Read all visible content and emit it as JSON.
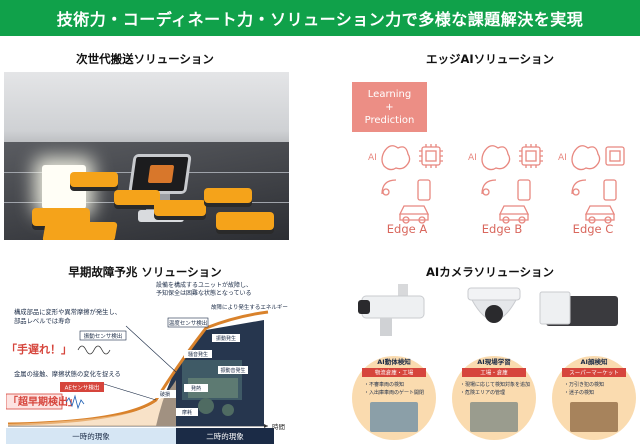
{
  "banner": {
    "title": "技術力・コーディネート力・ソリューション力で多様な課題解決を実現"
  },
  "colors": {
    "banner_green": "#10a14a",
    "edge_pink": "#ec8e85",
    "edge_red": "#d9675d",
    "tile_orange": "#f5a31a",
    "cam_red": "#d6453c",
    "navy": "#1b2b46"
  },
  "q1": {
    "title": "次世代搬送ソリューション"
  },
  "q2": {
    "title": "エッジAIソリューション",
    "box_line1": "Learning",
    "box_line2": "+",
    "box_line3": "Prediction",
    "ai_label": "AI",
    "edges": [
      "Edge A",
      "Edge B",
      "Edge C"
    ]
  },
  "q3": {
    "title": "早期故障予兆 ソリューション",
    "note1_line1": "設備を構成するユニットが故障し、",
    "note1_line2": "予知保全は困難な状態となっている",
    "failure_energy": "故障により発生するエネルギー",
    "temp_sensor": "温度センサ検出",
    "note2_line1": "構成部品に変形や異常摩擦が発生し、",
    "note2_line2": "部品レベルでは寿命",
    "too_late": "「手遅れ！」",
    "ae_desc": "金属の接触、摩擦状態の変化を捉える",
    "ae_sensor": "AEセンサ検出",
    "early_detect": "「超早期検出」",
    "vibration": "振動センサ検出",
    "axis_time": "時間",
    "phase1": "一時的現象",
    "phase2": "二時的現象",
    "tags": [
      "振動発生",
      "騒音発生",
      "振動音発生",
      "発熱",
      "破損",
      "摩耗"
    ]
  },
  "q4": {
    "title": "AIカメラソリューション",
    "circles": [
      {
        "head": "AI動体検知",
        "sub": "物流倉庫・工場",
        "b1": "・不審車両の検知",
        "b2": "・入出庫車両のゲート開閉"
      },
      {
        "head": "AI現場学習",
        "sub": "工場・倉庫",
        "b1": "・現場に応じて検知対象を追加",
        "b2": "・危険エリアの管理"
      },
      {
        "head": "AI顔検知",
        "sub": "スーパーマーケット",
        "b1": "・万引き犯の検知",
        "b2": "・迷子の検知"
      }
    ]
  }
}
